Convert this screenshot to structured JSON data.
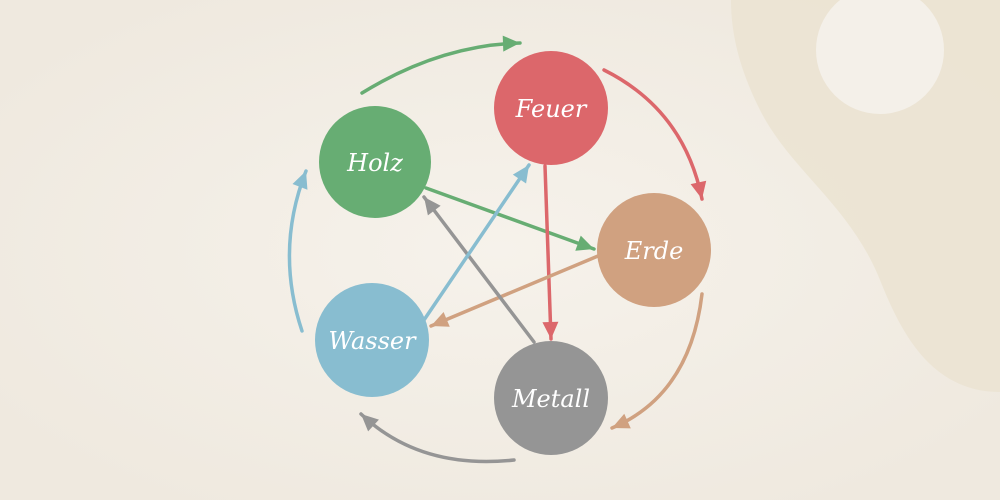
{
  "elements": {
    "holz": {
      "label": "Holz",
      "color": "#67ad73"
    },
    "feuer": {
      "label": "Feuer",
      "color": "#dc676b"
    },
    "erde": {
      "label": "Erde",
      "color": "#d0a180"
    },
    "metall": {
      "label": "Metall",
      "color": "#959595"
    },
    "wasser": {
      "label": "Wasser",
      "color": "#88bdd0"
    }
  },
  "cycles": {
    "generating": [
      {
        "from": "holz",
        "to": "feuer",
        "color": "#67ad73"
      },
      {
        "from": "feuer",
        "to": "erde",
        "color": "#dc676b"
      },
      {
        "from": "erde",
        "to": "metall",
        "color": "#d0a180"
      },
      {
        "from": "metall",
        "to": "wasser",
        "color": "#959595"
      },
      {
        "from": "wasser",
        "to": "holz",
        "color": "#88bdd0"
      }
    ],
    "controlling": [
      {
        "from": "holz",
        "to": "erde",
        "color": "#67ad73"
      },
      {
        "from": "feuer",
        "to": "metall",
        "color": "#dc676b"
      },
      {
        "from": "erde",
        "to": "wasser",
        "color": "#d0a180"
      },
      {
        "from": "metall",
        "to": "holz",
        "color": "#959595"
      },
      {
        "from": "wasser",
        "to": "feuer",
        "color": "#88bdd0"
      }
    ]
  },
  "background": {
    "paper": "#f3eee6",
    "yin_yang_shade": "#ebe3d1",
    "yin_yang_dot": "#f4f0e9"
  }
}
